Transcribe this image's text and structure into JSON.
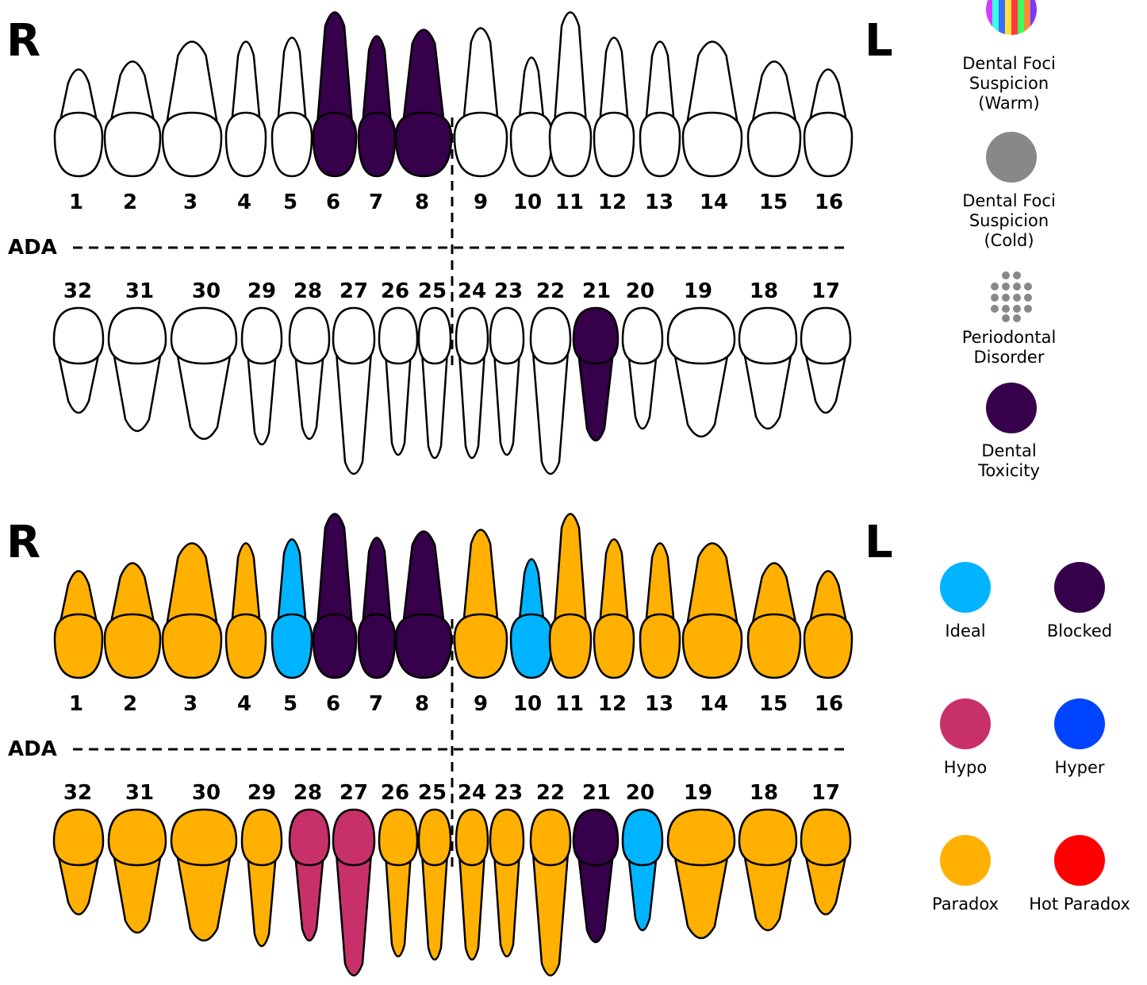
{
  "chart1": {
    "right_label": "R",
    "left_label": "L",
    "ada_label": "ADA",
    "upper_numbers": [
      "1",
      "2",
      "3",
      "4",
      "5",
      "6",
      "7",
      "8",
      "9",
      "10",
      "11",
      "12",
      "13",
      "14",
      "15",
      "16"
    ],
    "lower_numbers": [
      "32",
      "31",
      "30",
      "29",
      "28",
      "27",
      "26",
      "25",
      "24",
      "23",
      "22",
      "21",
      "20",
      "19",
      "18",
      "17"
    ],
    "upper_status": [
      "none",
      "none",
      "none",
      "none",
      "none",
      "toxicity",
      "toxicity",
      "toxicity",
      "none",
      "none",
      "none",
      "none",
      "none",
      "none",
      "none",
      "none"
    ],
    "lower_status": [
      "none",
      "none",
      "none",
      "none",
      "none",
      "none",
      "none",
      "none",
      "none",
      "none",
      "none",
      "toxicity",
      "none",
      "none",
      "none",
      "none"
    ]
  },
  "chart2": {
    "right_label": "R",
    "left_label": "L",
    "ada_label": "ADA",
    "upper_numbers": [
      "1",
      "2",
      "3",
      "4",
      "5",
      "6",
      "7",
      "8",
      "9",
      "10",
      "11",
      "12",
      "13",
      "14",
      "15",
      "16"
    ],
    "lower_numbers": [
      "32",
      "31",
      "30",
      "29",
      "28",
      "27",
      "26",
      "25",
      "24",
      "23",
      "22",
      "21",
      "20",
      "19",
      "18",
      "17"
    ],
    "upper_status": [
      "paradox",
      "paradox",
      "paradox",
      "paradox",
      "ideal",
      "blocked",
      "blocked",
      "blocked",
      "paradox",
      "ideal",
      "paradox",
      "paradox",
      "paradox",
      "paradox",
      "paradox",
      "paradox"
    ],
    "lower_status": [
      "paradox",
      "paradox",
      "paradox",
      "paradox",
      "hypo",
      "hypo",
      "paradox",
      "paradox",
      "paradox",
      "paradox",
      "paradox",
      "blocked",
      "ideal",
      "paradox",
      "paradox",
      "paradox"
    ]
  },
  "legend1": {
    "warm_label": "Dental Foci\nSuspicion\n(Warm)",
    "cold_label": "Dental Foci\nSuspicion\n(Cold)",
    "periodontal_label": "Periodontal\nDisorder",
    "toxicity_label": "Dental\nToxicity"
  },
  "legend2": {
    "ideal": "Ideal",
    "blocked": "Blocked",
    "hypo": "Hypo",
    "hyper": "Hyper",
    "paradox": "Paradox",
    "hot_paradox": "Hot Paradox"
  },
  "colors": {
    "none": "#ffffff",
    "toxicity": "#36004a",
    "blocked": "#36004a",
    "ideal": "#00b4ff",
    "paradox": "#ffb000",
    "hypo": "#c8306a",
    "hyper": "#0044ff",
    "hot_paradox": "#ff0000",
    "cold": "#888888",
    "outline": "#000000"
  }
}
